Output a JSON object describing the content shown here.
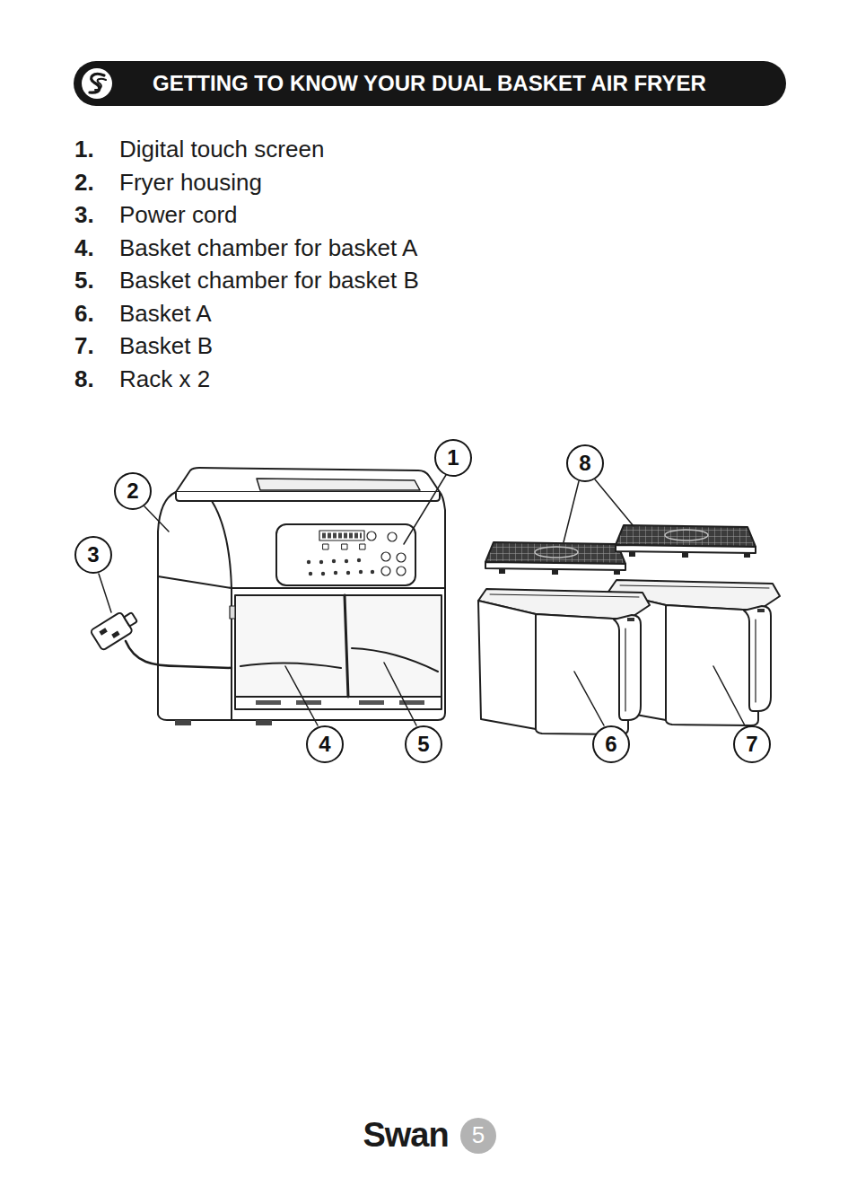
{
  "diagram": {
    "title": "GETTING TO KNOW YOUR DUAL BASKET AIR FRYER",
    "nodes": [
      {
        "text": [
          "1"
        ]
      },
      {
        "text": [
          "8"
        ]
      },
      {
        "text": [
          "2"
        ]
      },
      {
        "text": [
          "3"
        ]
      },
      {
        "text": [
          "4"
        ]
      },
      {
        "text": [
          "5"
        ]
      },
      {
        "text": [
          "6"
        ]
      },
      {
        "text": [
          "7"
        ]
      },
      {
        "text": [
          "5"
        ]
      }
    ],
    "labels": [
      "1.",
      "Digital touch screen",
      "2.",
      "Fryer housing",
      "3.",
      "Power cord",
      "4.",
      "Basket chamber for basket A",
      "5.",
      "Basket chamber for basket B",
      "6.",
      "Basket A",
      "7.",
      "Basket B",
      "8.",
      "Rack x 2",
      "Swan"
    ]
  }
}
